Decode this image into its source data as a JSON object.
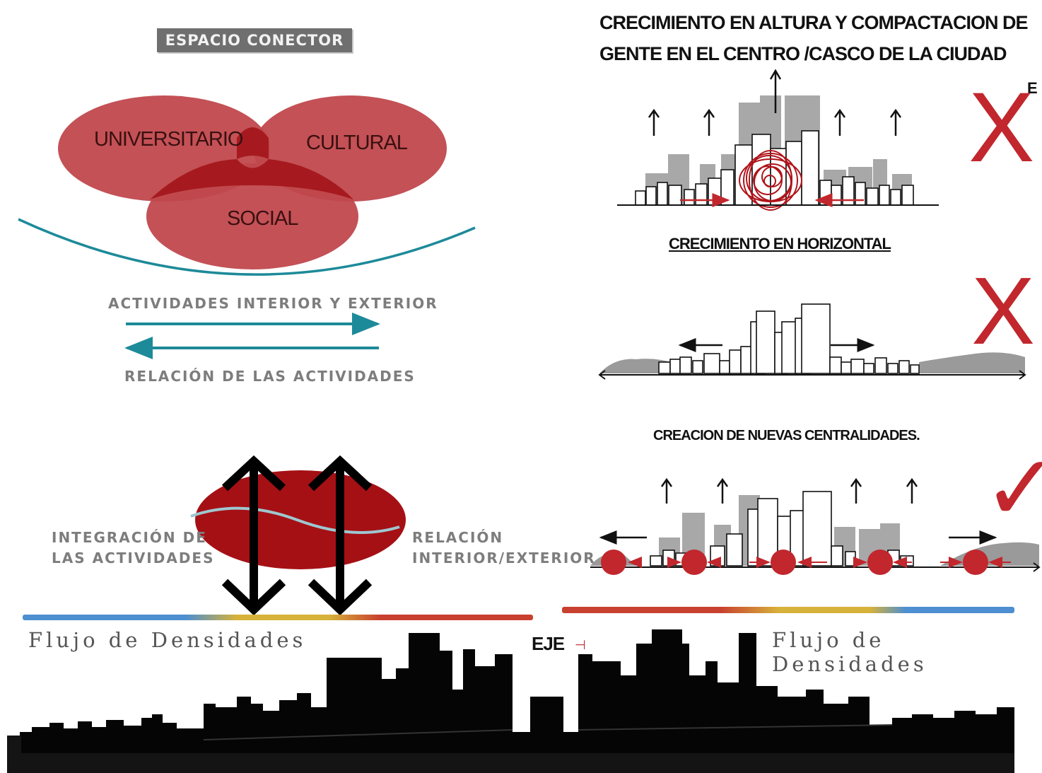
{
  "connector": {
    "title": "ESPACIO CONECTOR",
    "circles": [
      "UNIVERSITARIO",
      "CULTURAL",
      "SOCIAL"
    ],
    "arrow_top_label": "ACTIVIDADES INTERIOR Y EXTERIOR",
    "arrow_bottom_label": "RELACIÓN DE LAS ACTIVIDADES"
  },
  "integration": {
    "left_label_1": "INTEGRACIÓN DE",
    "left_label_2": "LAS ACTIVIDADES",
    "right_label_1": "RELACIÓN",
    "right_label_2": "INTERIOR/EXTERIOR"
  },
  "scenarios": {
    "vertical_title_1": "CRECIMIENTO EN ALTURA  Y COMPACTACION DE",
    "vertical_title_2": "GENTE EN EL CENTRO /CASCO DE LA CIUDAD",
    "vertical_mark": "X",
    "corner_letter": "E",
    "horizontal_title": "CRECIMIENTO EN HORIZONTAL",
    "horizontal_mark": "X",
    "new_centers_title": "CREACION DE NUEVAS CENTRALIDADES.",
    "new_centers_mark": "✓"
  },
  "skyline": {
    "left_label": "Flujo de Densidades",
    "axis_label": "EJE",
    "right_label": "Flujo de Densidades"
  },
  "colors": {
    "red": "#c0484d",
    "dark_red": "#a51015",
    "teal": "#1d8a99",
    "mark_red": "#c1272d",
    "gray": "#9a9a9a"
  }
}
